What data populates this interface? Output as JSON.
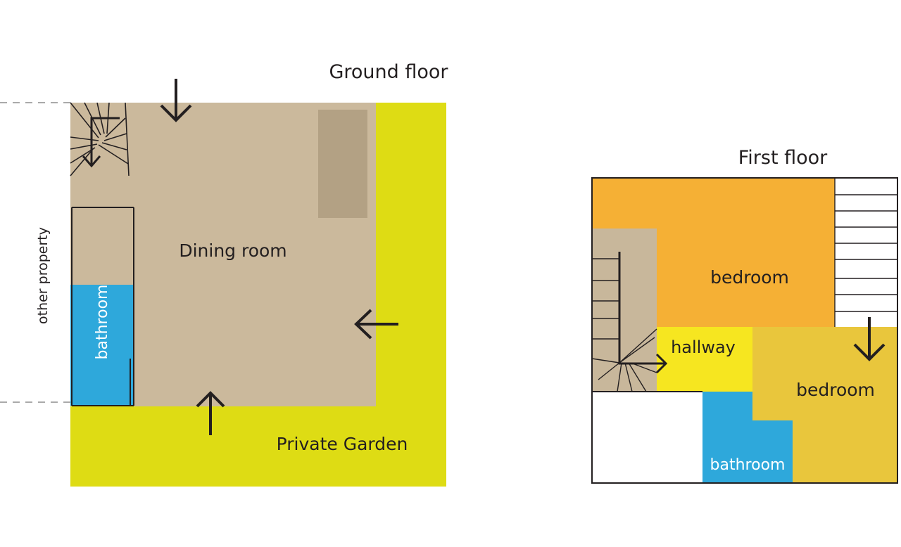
{
  "ground_floor": {
    "title": "Ground floor",
    "dining_room": "Dining room",
    "bathroom": "bathroom",
    "garden": "Private Garden",
    "neighbour": "other property"
  },
  "first_floor": {
    "title": "First floor",
    "bedroom_top": "bedroom",
    "bedroom_right": "bedroom",
    "hallway": "hallway",
    "bathroom": "bathroom"
  },
  "colors": {
    "dining": "#cbb99c",
    "garden": "#dedc14",
    "bathroom": "#2ea8db",
    "bedroom_top": "#f5b035",
    "bedroom_right": "#e9c63c",
    "hallway": "#f6e620",
    "stairs": "#c8b79b",
    "table": "#b3a184",
    "line": "#231f20"
  }
}
